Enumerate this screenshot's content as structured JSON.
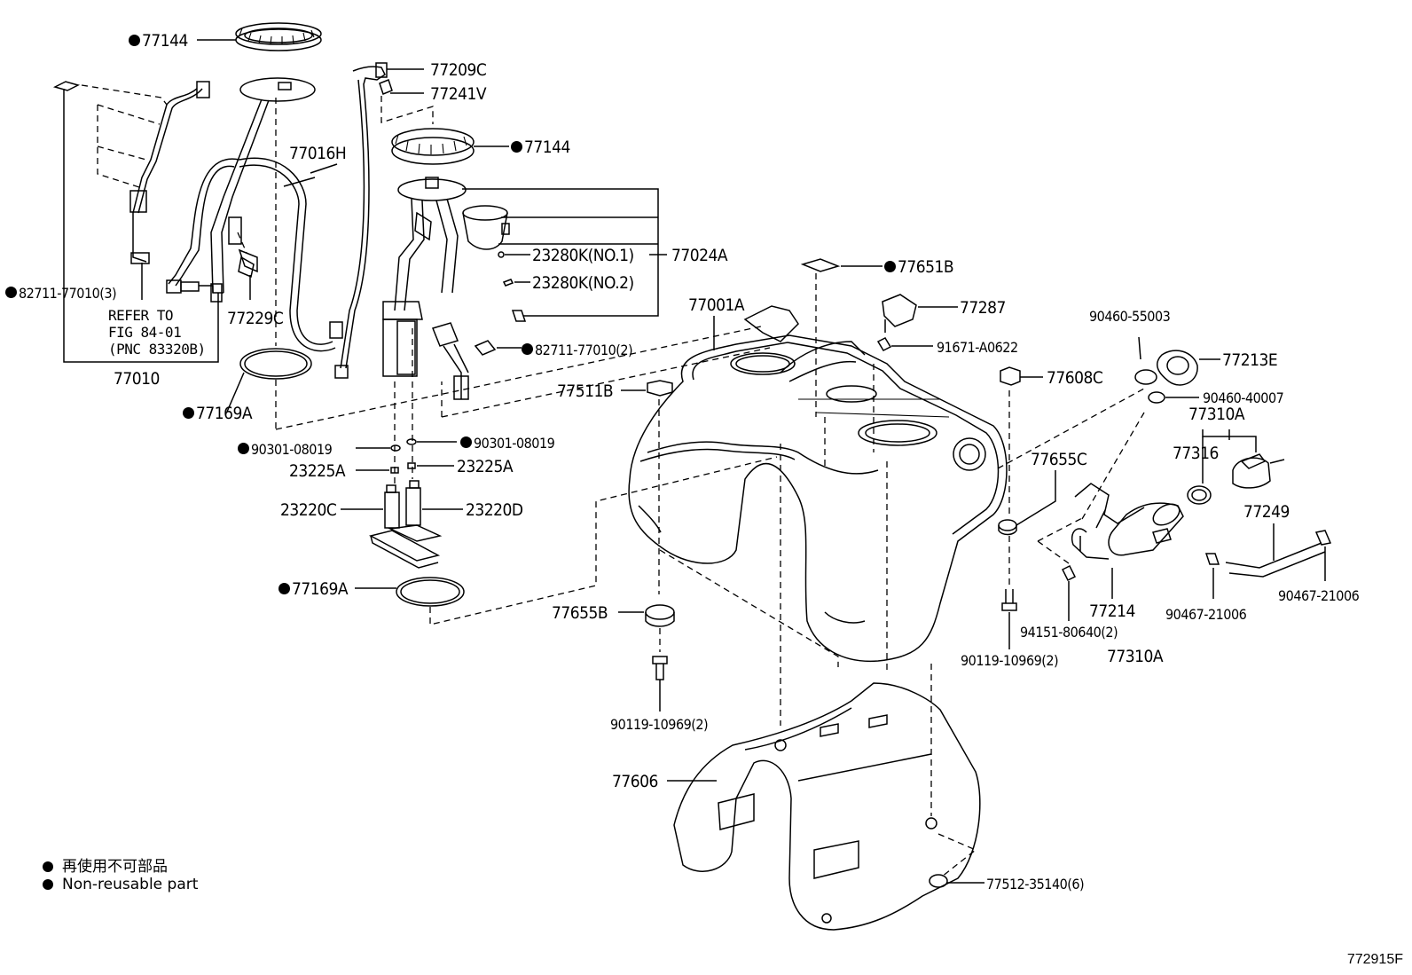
{
  "labels": {
    "p77144_top": "77144",
    "p77209C": "77209C",
    "p77241V": "77241V",
    "p77144_mid": "77144",
    "p77016H": "77016H",
    "p82711_3": "82711-77010(3)",
    "refer_line1": "REFER TO",
    "refer_line2": "FIG 84-01",
    "refer_line3": "(PNC 83320B)",
    "p77229C": "77229C",
    "p77010": "77010",
    "p23280K_1": "23280K(NO.1)",
    "p77024A": "77024A",
    "p23280K_2": "23280K(NO.2)",
    "p82711_2": "82711-77010(2)",
    "p77169A_upper": "77169A",
    "p90301_left": "90301-08019",
    "p90301_right": "90301-08019",
    "p23225A_left": "23225A",
    "p23225A_right": "23225A",
    "p23220C": "23220C",
    "p23220D": "23220D",
    "p77169A_lower": "77169A",
    "p77651B": "77651B",
    "p77001A": "77001A",
    "p77287": "77287",
    "p91671": "91671-A0622",
    "p90460_55003": "90460-55003",
    "p77213E": "77213E",
    "p77608C": "77608C",
    "p90460_40007": "90460-40007",
    "p77511B": "77511B",
    "p77310A_upper": "77310A",
    "p77316": "77316",
    "p77655C": "77655C",
    "p77249": "77249",
    "p77214": "77214",
    "p90467_left": "90467-21006",
    "p90467_right": "90467-21006",
    "p94151": "94151-80640(2)",
    "p90119_right": "90119-10969(2)",
    "p77310A_lower": "77310A",
    "p77655B": "77655B",
    "p90119_left": "90119-10969(2)",
    "p77606": "77606",
    "p77512": "77512-35140(6)"
  },
  "legend": {
    "jp": "再使用不可部品",
    "en": "Non-reusable part"
  },
  "figure_ref": "772915F"
}
